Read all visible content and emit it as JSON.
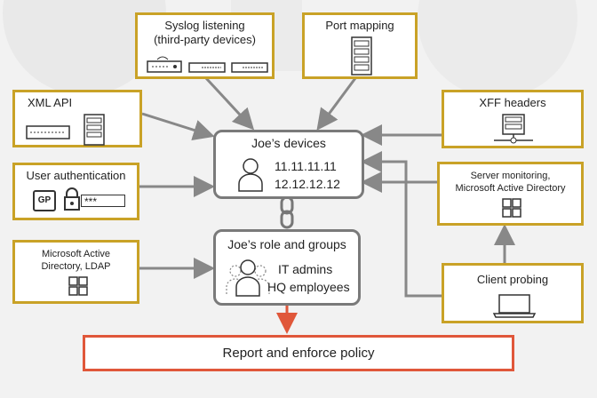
{
  "sources": {
    "syslog": {
      "title_line1": "Syslog listening",
      "title_line2": "(third-party devices)"
    },
    "port_mapping": {
      "title": "Port mapping"
    },
    "xml_api": {
      "title": "XML API"
    },
    "user_auth": {
      "title": "User authentication",
      "gp_label": "GP",
      "password_mask": "***"
    },
    "ms_ad_ldap": {
      "title_line1": "Microsoft Active",
      "title_line2": "Directory, LDAP"
    },
    "xff": {
      "title": "XFF headers"
    },
    "server_monitoring": {
      "title_line1": "Server monitoring,",
      "title_line2": "Microsoft Active Directory"
    },
    "client_probing": {
      "title": "Client probing"
    }
  },
  "devices": {
    "title": "Joe’s devices",
    "ips": [
      "11.11.11.11",
      "12.12.12.12"
    ]
  },
  "role": {
    "title": "Joe’s role and groups",
    "groups": [
      "IT admins",
      "HQ employees"
    ]
  },
  "policy": {
    "label": "Report and enforce policy"
  },
  "colors": {
    "source_border": "#c9a227",
    "center_border": "#7a7a7a",
    "policy_border": "#e0573a",
    "arrow": "#888888",
    "policy_arrow": "#e0573a"
  }
}
